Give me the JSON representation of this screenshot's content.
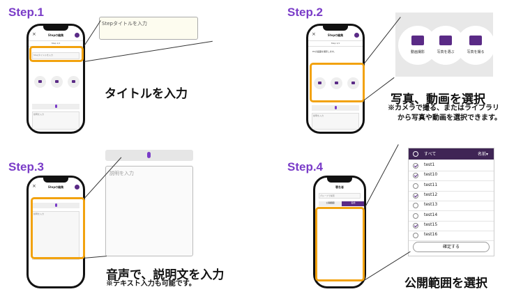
{
  "steps": {
    "s1": {
      "label": "Step.1",
      "caption": "タイトルを入力",
      "zoom_placeholder": "Stepタイトルを入力"
    },
    "s2": {
      "label": "Step.2",
      "caption": "写真、動画を選択",
      "note1": "※カメラで撮る、またはライブラリ",
      "note2": "から写真や動画を選択できます。",
      "buttons": [
        "動画撮影",
        "写真を選ぶ",
        "写真を撮る"
      ]
    },
    "s3": {
      "label": "Step.3",
      "caption": "音声で、説明文を入力",
      "note": "※テキスト入力も可能です。",
      "zoom_placeholder": "説明を入力"
    },
    "s4": {
      "label": "Step.4",
      "caption": "公開範囲を選択",
      "list_header": "すべて",
      "sort_label": "名前▾",
      "items": [
        "test1",
        "test10",
        "test11",
        "test12",
        "test13",
        "test14",
        "test15",
        "test16"
      ],
      "checked": [
        true,
        true,
        false,
        true,
        false,
        false,
        true,
        false
      ],
      "confirm": "確定する"
    }
  },
  "phone": {
    "title": "Stepの編集",
    "sub": "Step 1/1",
    "title_field": "Stepタイトルを入力",
    "text2": "PCの画面を撮影します。",
    "desc_placeholder": "説明を入力",
    "s4_title": "署名者",
    "s4_search": "グループで検索",
    "s4_tabs": [
      "公開範囲",
      "名前"
    ]
  },
  "colors": {
    "accent": "#7a3cc8",
    "highlight": "#f2a20e",
    "header": "#3f2555"
  }
}
